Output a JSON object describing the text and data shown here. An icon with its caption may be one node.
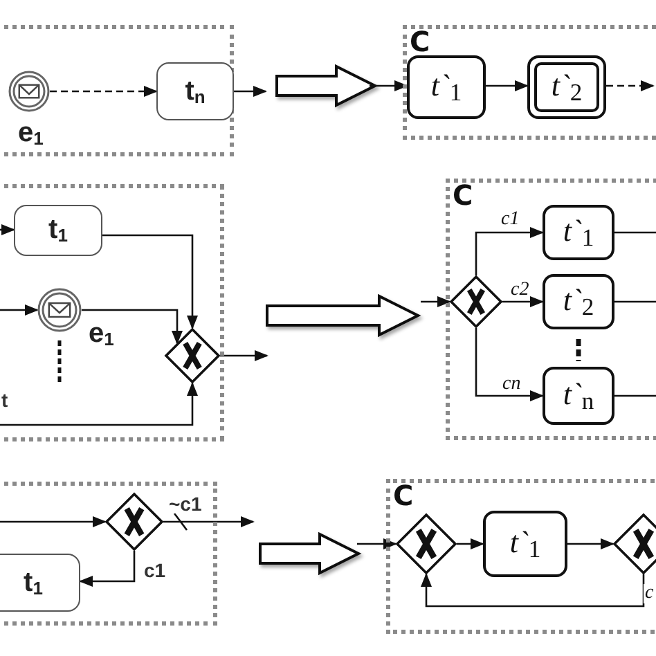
{
  "diagram": {
    "nodes": [
      {
        "text": [],
        "shape": "box"
      },
      {
        "text": [
          "e$_{1}$"
        ],
        "in": 0
      },
      {
        "text": [
          "t$_{n}$"
        ],
        "in": 0
      },
      {
        "text": [
          "C"
        ]
      },
      {
        "text": [
          "t`$_{1}$"
        ],
        "in": 3
      },
      {
        "text": [
          "t`$_{2}$"
        ],
        "in": 3
      },
      {
        "text": [],
        "shape": "box"
      },
      {
        "text": [
          "t$_{1}$"
        ],
        "in": 6
      },
      {
        "text": [
          "e$_{1}$"
        ],
        "in": 6
      },
      {
        "text": [],
        "shape": "diamond",
        "in": 6
      },
      {
        "text": [
          "C"
        ]
      },
      {
        "text": [],
        "shape": "diamond",
        "in": 10
      },
      {
        "text": [
          "t`$_{1}$"
        ],
        "in": 10
      },
      {
        "text": [
          "t`$_{2}$"
        ],
        "in": 10
      },
      {
        "text": [
          "t`$_{n}$"
        ],
        "in": 10
      },
      {
        "text": [],
        "shape": "box"
      },
      {
        "text": [],
        "shape": "diamond",
        "in": 15
      },
      {
        "text": [
          "t$_{1}$"
        ],
        "in": 15
      },
      {
        "text": [
          "C"
        ]
      },
      {
        "text": [],
        "shape": "diamond",
        "in": 18
      },
      {
        "text": [
          "t`$_{1}$"
        ],
        "in": 18
      },
      {
        "text": [],
        "shape": "diamond",
        "in": 18
      }
    ],
    "edges": [
      {
        "from": 1,
        "to": 2,
        "arrow": "to",
        "style": "dashed"
      },
      {
        "from": 2,
        "to": null,
        "arrow": "to"
      },
      {
        "from": 0,
        "to": 3,
        "arrow": "to",
        "style": "thick"
      },
      {
        "from": null,
        "to": 4,
        "arrow": "to"
      },
      {
        "from": 4,
        "to": 5,
        "arrow": "to"
      },
      {
        "from": 5,
        "to": null,
        "arrow": "to",
        "style": "dashed"
      },
      {
        "from": null,
        "to": 7,
        "arrow": "to"
      },
      {
        "from": null,
        "to": 8,
        "arrow": "to"
      },
      {
        "from": 7,
        "to": 9,
        "arrow": "to"
      },
      {
        "from": 8,
        "to": 9,
        "arrow": "to"
      },
      {
        "from": null,
        "to": 9,
        "arrow": "to",
        "label": "t"
      },
      {
        "from": 9,
        "to": null,
        "arrow": "to"
      },
      {
        "from": 6,
        "to": 10,
        "arrow": "to",
        "style": "thick"
      },
      {
        "from": null,
        "to": 11,
        "arrow": "to"
      },
      {
        "from": 11,
        "to": 12,
        "arrow": "to",
        "label": "c1"
      },
      {
        "from": 11,
        "to": 13,
        "arrow": "to",
        "label": "c2"
      },
      {
        "from": 11,
        "to": 14,
        "arrow": "to",
        "label": "cn"
      },
      {
        "from": 12,
        "to": null,
        "arrow": "none"
      },
      {
        "from": 13,
        "to": null,
        "arrow": "none"
      },
      {
        "from": 14,
        "to": null,
        "arrow": "none"
      },
      {
        "from": null,
        "to": 16,
        "arrow": "to"
      },
      {
        "from": 16,
        "to": null,
        "arrow": "to",
        "label": "~c1"
      },
      {
        "from": 16,
        "to": 17,
        "arrow": "to",
        "label": "c1"
      },
      {
        "from": 15,
        "to": 18,
        "arrow": "to",
        "style": "thick"
      },
      {
        "from": null,
        "to": 19,
        "arrow": "to"
      },
      {
        "from": 19,
        "to": 20,
        "arrow": "to"
      },
      {
        "from": 20,
        "to": 21,
        "arrow": "to"
      },
      {
        "from": 21,
        "to": 19,
        "arrow": "to",
        "label": "c"
      }
    ]
  }
}
